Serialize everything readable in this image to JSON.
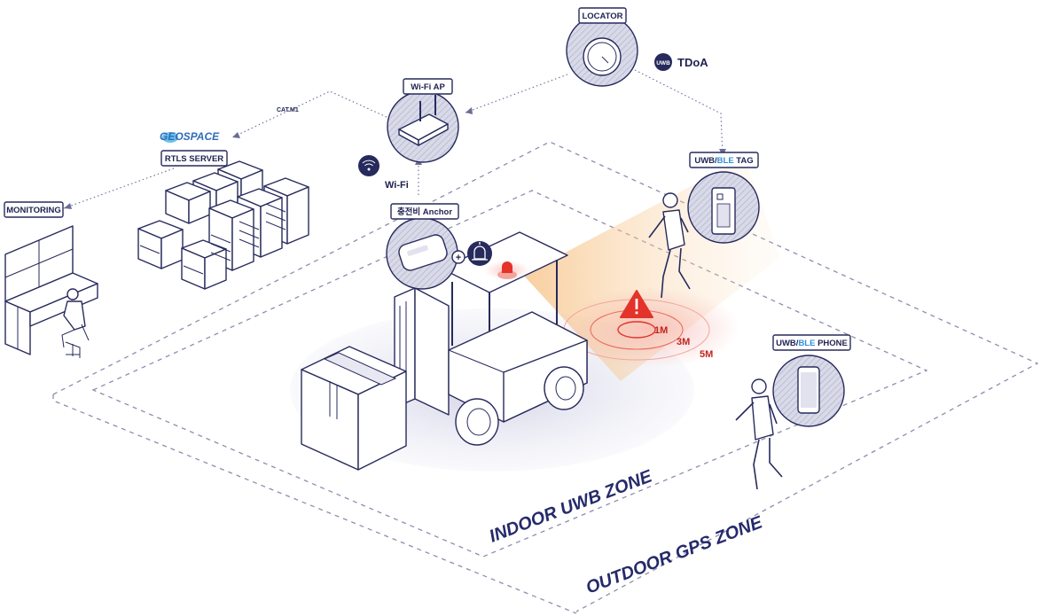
{
  "labels": {
    "locator": "LOCATOR",
    "wifi_ap": "Wi-Fi AP",
    "rtls_server": "RTLS SERVER",
    "monitoring": "MONITORING",
    "anchor": "충전비 Anchor",
    "uwb_ble_tag_prefix": "UWB/",
    "uwb_ble_tag_ble": "BLE",
    "uwb_ble_tag_suffix": " TAG",
    "uwb_ble_phone_prefix": "UWB/",
    "uwb_ble_phone_ble": "BLE",
    "uwb_ble_phone_suffix": " PHONE"
  },
  "connections": {
    "cat_m1": "CAT.M1",
    "tdoa": "TDoA",
    "uwb_badge": "UWB",
    "wifi": "Wi-Fi"
  },
  "brand": {
    "logo": "GEOSPACE"
  },
  "distances": [
    "1M",
    "3M",
    "5M"
  ],
  "zones": {
    "indoor": "INDOOR UWB ZONE",
    "outdoor": "OUTDOOR GPS ZONE"
  },
  "colors": {
    "navy": "#272a5c",
    "label_text": "#1f2151",
    "ble_accent": "#2f8fd6",
    "alert_red": "#e3332a",
    "zone_text": "#252a6b"
  },
  "icons": [
    "locator-device-icon",
    "wifi-router-icon",
    "server-rack-icon",
    "monitoring-desk-icon",
    "anchor-device-icon",
    "beacon-alarm-icon",
    "uwb-tag-icon",
    "smartphone-icon",
    "warning-triangle-icon",
    "forklift-icon",
    "worker-icon",
    "wifi-signal-icon"
  ]
}
